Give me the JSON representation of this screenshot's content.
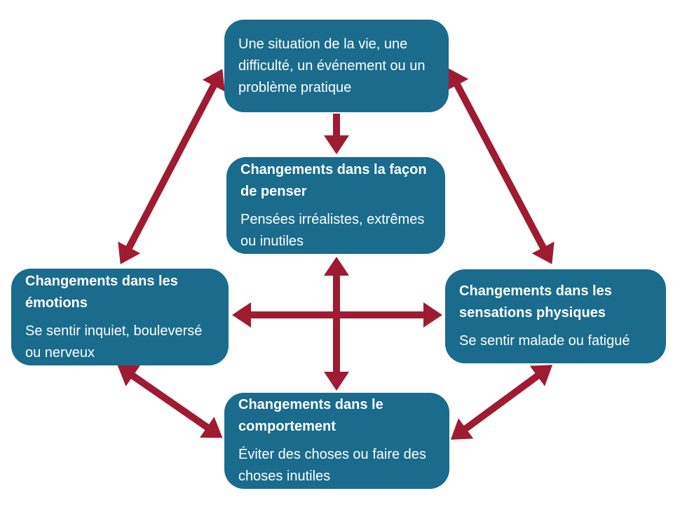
{
  "colors": {
    "box": "#1A6B8C",
    "arrow": "#9E1B32",
    "text": "#FFFFFF",
    "background": "#FFFFFF"
  },
  "nodes": {
    "situation": {
      "body": "Une situation de la vie, une difficulté, un événement ou un problème pratique"
    },
    "thoughts": {
      "title": "Changements dans la façon de penser",
      "body": "Pensées irréalistes, extrêmes ou inutiles"
    },
    "emotions": {
      "title": "Changements dans les émotions",
      "body": "Se sentir inquiet, bouleversé ou nerveux"
    },
    "physical": {
      "title": "Changements dans les sensations physiques",
      "body": "Se sentir malade ou fatigué"
    },
    "behaviour": {
      "title": "Changements dans le comportement",
      "body": "Éviter des choses ou faire des choses inutiles"
    }
  },
  "connections": [
    {
      "from": "situation",
      "to": "thoughts",
      "bidirectional": false
    },
    {
      "from": "thoughts",
      "to": "behaviour",
      "bidirectional": true
    },
    {
      "from": "emotions",
      "to": "physical",
      "bidirectional": true
    },
    {
      "from": "situation",
      "to": "emotions",
      "bidirectional": true
    },
    {
      "from": "situation",
      "to": "physical",
      "bidirectional": true
    },
    {
      "from": "emotions",
      "to": "behaviour",
      "bidirectional": true
    },
    {
      "from": "physical",
      "to": "behaviour",
      "bidirectional": true
    }
  ]
}
